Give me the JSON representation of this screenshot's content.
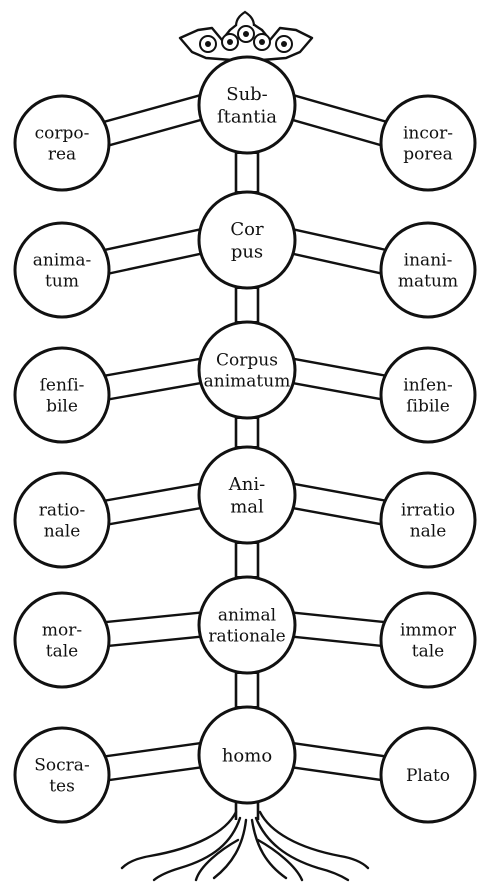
{
  "diagram": {
    "ink_color": "#111111",
    "paper_color": "#ffffff",
    "crown": {
      "icon": "crown-icon"
    },
    "roots": {
      "icon": "roots-icon"
    },
    "levels": [
      {
        "center": {
          "lines": [
            "Sub-",
            "ſtantia"
          ]
        },
        "left": {
          "lines": [
            "corpo-",
            "rea"
          ]
        },
        "right": {
          "lines": [
            "incor-",
            "porea"
          ]
        }
      },
      {
        "center": {
          "lines": [
            "Cor",
            "pus"
          ]
        },
        "left": {
          "lines": [
            "anima-",
            "tum"
          ]
        },
        "right": {
          "lines": [
            "inani-",
            "matum"
          ]
        }
      },
      {
        "center": {
          "lines": [
            "Corpus",
            "animatum"
          ]
        },
        "left": {
          "lines": [
            "ſenſi-",
            "bile"
          ]
        },
        "right": {
          "lines": [
            "inſen-",
            "ſibile"
          ]
        }
      },
      {
        "center": {
          "lines": [
            "Ani-",
            "mal"
          ]
        },
        "left": {
          "lines": [
            "ratio-",
            "nale"
          ]
        },
        "right": {
          "lines": [
            "irratio",
            "nale"
          ]
        }
      },
      {
        "center": {
          "lines": [
            "animal",
            "rationale"
          ]
        },
        "left": {
          "lines": [
            "mor-",
            "tale"
          ]
        },
        "right": {
          "lines": [
            "immor",
            "tale"
          ]
        }
      },
      {
        "center": {
          "lines": [
            "homo"
          ]
        },
        "left": {
          "lines": [
            "Socra-",
            "tes"
          ]
        },
        "right": {
          "lines": [
            "Plato"
          ]
        }
      }
    ]
  }
}
